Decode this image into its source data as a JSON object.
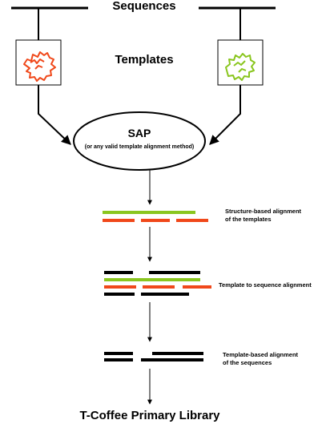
{
  "header": {
    "sequences_label": "Sequences"
  },
  "templates": {
    "label": "Templates"
  },
  "sap": {
    "title": "SAP",
    "subtitle": "(or any valid template alignment method)"
  },
  "steps": {
    "structure_line1": "Structure-based alignment",
    "structure_line2": "of the templates",
    "template_to_sequence": "Template to sequence alignment",
    "template_based_line1": "Template-based alignment",
    "template_based_line2": "of the sequences"
  },
  "footer": {
    "library_label": "T-Coffee Primary Library"
  },
  "colors": {
    "green": "#8ac61f",
    "red": "#f0481a",
    "black": "#000000"
  },
  "icons": {
    "left_template": "red-protein-structure-icon",
    "right_template": "green-protein-structure-icon"
  }
}
